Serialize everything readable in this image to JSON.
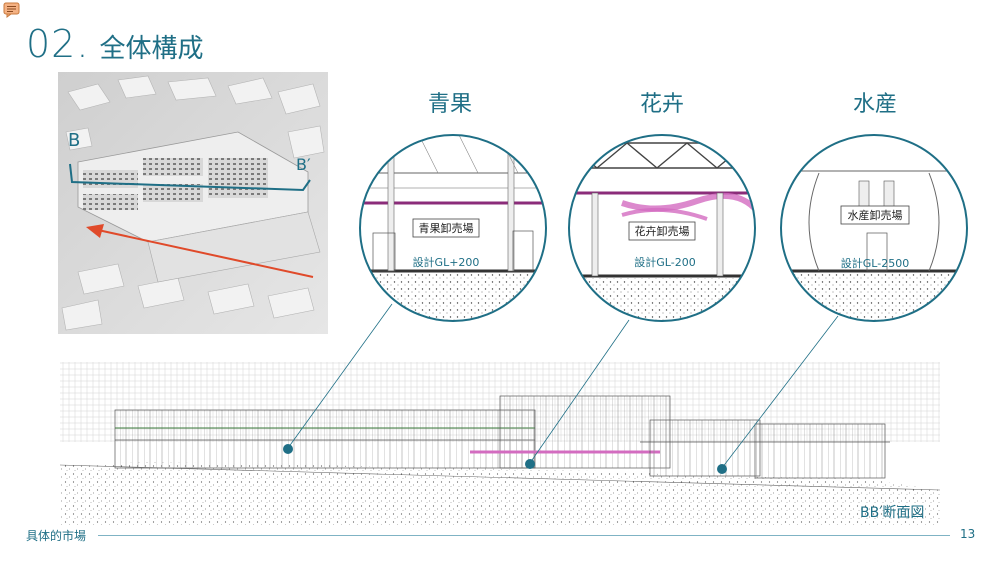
{
  "header": {
    "number": "02.",
    "title": "全体構成"
  },
  "model": {
    "label_b": "B",
    "label_b_prime": "B′"
  },
  "sections": [
    {
      "heading": "青果",
      "market": "青果卸売場",
      "level": "設計GL+200"
    },
    {
      "heading": "花卉",
      "market": "花卉卸売場",
      "level": "設計GL-200"
    },
    {
      "heading": "水産",
      "market": "水産卸売場",
      "level": "設計GL-2500"
    }
  ],
  "drawing": {
    "caption": "BB′断面図"
  },
  "footer": {
    "left": "具体的市場",
    "page": "13"
  },
  "colors": {
    "accent": "#1f6f86",
    "purple": "#8b2c7a",
    "magenta": "#d36cc0",
    "arrow": "#e04a2a",
    "line": "#7fb3c4"
  }
}
